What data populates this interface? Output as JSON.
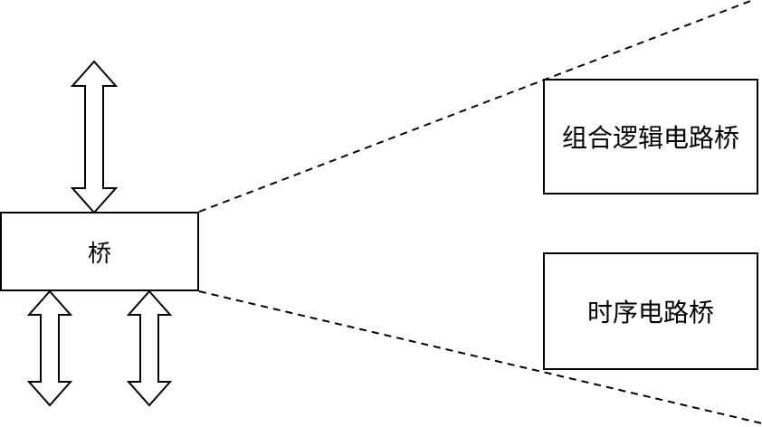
{
  "diagram": {
    "bridge_label": "桥",
    "combinational_label": "组合逻辑电路桥",
    "sequential_label": "时序电路桥"
  }
}
